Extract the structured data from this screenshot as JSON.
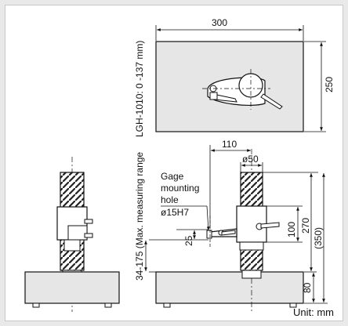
{
  "drawing": {
    "top_view": {
      "width_label": "300",
      "depth_label": "250"
    },
    "side_label": "LGH-1010: 0 -137 mm)",
    "range_label": "34-175 (Max. measuring range",
    "front_view": {
      "offset_label": "110",
      "column_label": "ø50",
      "gage_hole_title_1": "Gage",
      "gage_hole_title_2": "mounting",
      "gage_hole_title_3": "hole",
      "gage_hole_dia": "ø15H7",
      "dim_25": "25",
      "dim_100": "100",
      "dim_270": "270",
      "dim_350": "(350)",
      "dim_80": "80"
    },
    "unit_label": "Unit: mm",
    "colors": {
      "background": "#ffffff",
      "frame": "#e9e9e9",
      "base_fill": "#e6e6e6",
      "line": "#111111"
    }
  }
}
